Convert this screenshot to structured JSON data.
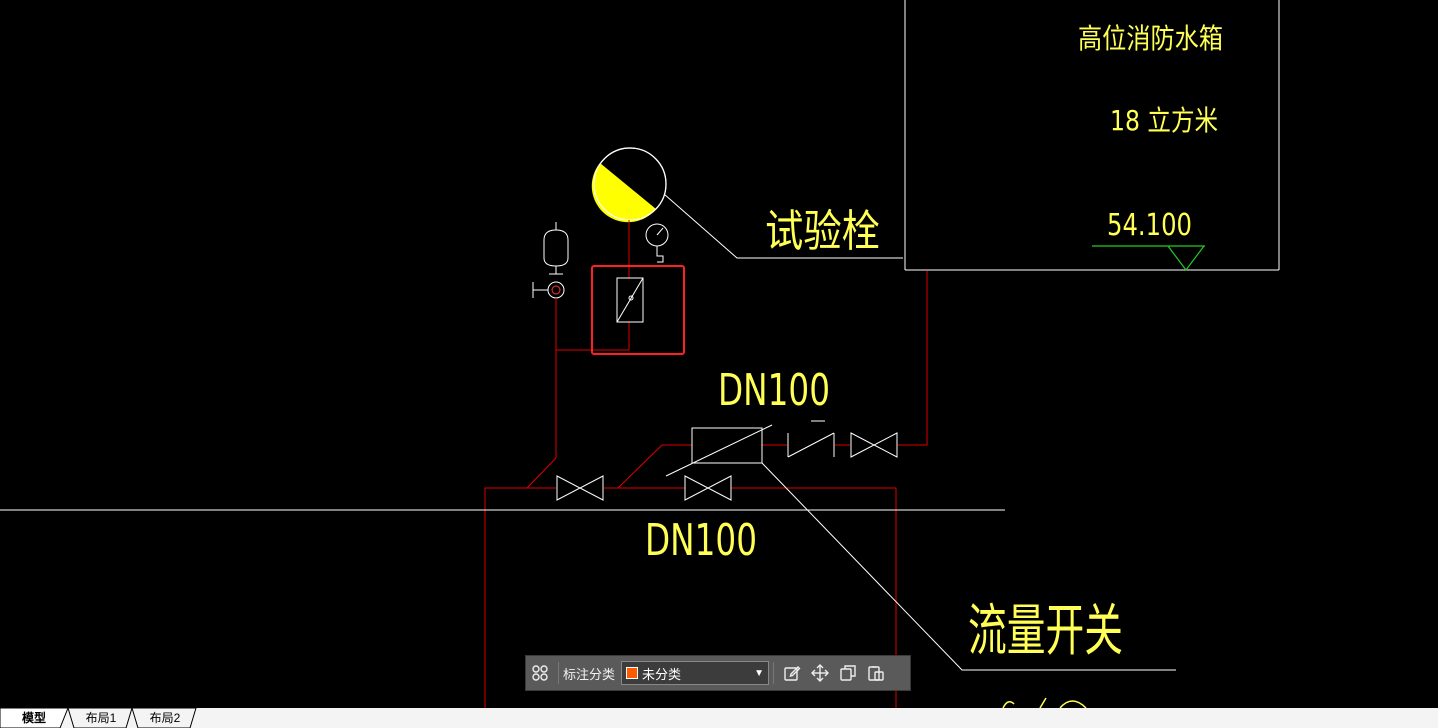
{
  "drawing": {
    "tank_title": "高位消防水箱",
    "tank_volume": "18 立方米",
    "tank_level": "54.100",
    "test_hydrant_label": "试验栓",
    "pipe_size_upper": "DN100",
    "pipe_size_lower": "DN100",
    "flow_switch_label": "流量开关"
  },
  "annotation_toolbar": {
    "category_label": "标注分类",
    "category_value": "未分类",
    "category_color": "#ff5a00"
  },
  "layout_tabs": [
    {
      "label": "模型"
    },
    {
      "label": "布局1"
    },
    {
      "label": "布局2"
    }
  ],
  "colors": {
    "background": "#000000",
    "pipe": "#e00000",
    "text": "#ffff55",
    "line": "#ffffff",
    "highlight": "#ff2020"
  }
}
